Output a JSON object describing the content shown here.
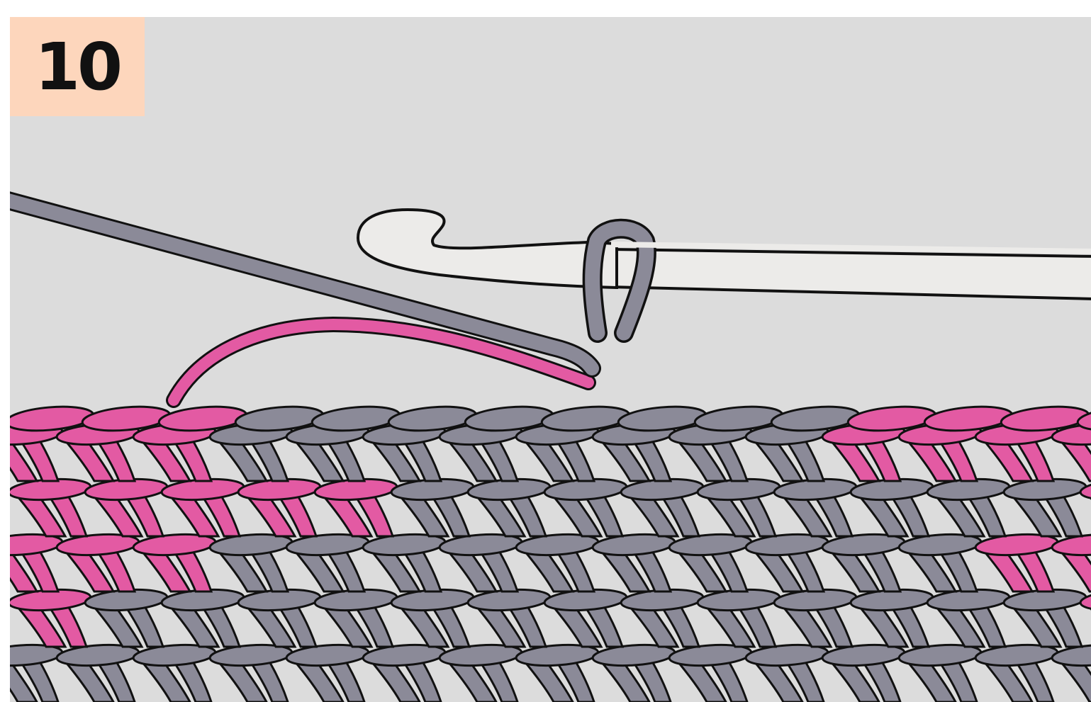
{
  "step": {
    "number": "10"
  },
  "illustration": {
    "subject": "crochet-stitch-diagram",
    "colors": {
      "background": "#dcdcdc",
      "badge": "#fdd6bc",
      "yarn_grey": "#8b8a98",
      "yarn_pink": "#e35aa3",
      "hook": "#ecebe9",
      "outline": "#111111"
    },
    "rows": [
      {
        "row": 1,
        "colors": [
          "grey",
          "grey",
          "grey",
          "grey",
          "grey",
          "grey",
          "grey",
          "grey",
          "grey",
          "grey",
          "grey",
          "grey",
          "grey",
          "grey",
          "grey"
        ]
      },
      {
        "row": 2,
        "colors": [
          "pink",
          "grey",
          "grey",
          "grey",
          "grey",
          "grey",
          "grey",
          "grey",
          "grey",
          "grey",
          "grey",
          "grey",
          "grey",
          "grey",
          "pink"
        ]
      },
      {
        "row": 3,
        "colors": [
          "pink",
          "pink",
          "pink",
          "grey",
          "grey",
          "grey",
          "grey",
          "grey",
          "grey",
          "grey",
          "grey",
          "grey",
          "grey",
          "pink",
          "pink"
        ]
      },
      {
        "row": 4,
        "colors": [
          "pink",
          "pink",
          "pink",
          "pink",
          "pink",
          "grey",
          "grey",
          "grey",
          "grey",
          "grey",
          "grey",
          "grey",
          "grey",
          "grey",
          "pink"
        ]
      },
      {
        "row": 5,
        "colors": [
          "pink",
          "pink",
          "pink",
          "grey",
          "grey",
          "grey",
          "grey",
          "grey",
          "grey",
          "grey",
          "grey",
          "pink",
          "pink",
          "pink",
          "pink"
        ]
      }
    ]
  }
}
